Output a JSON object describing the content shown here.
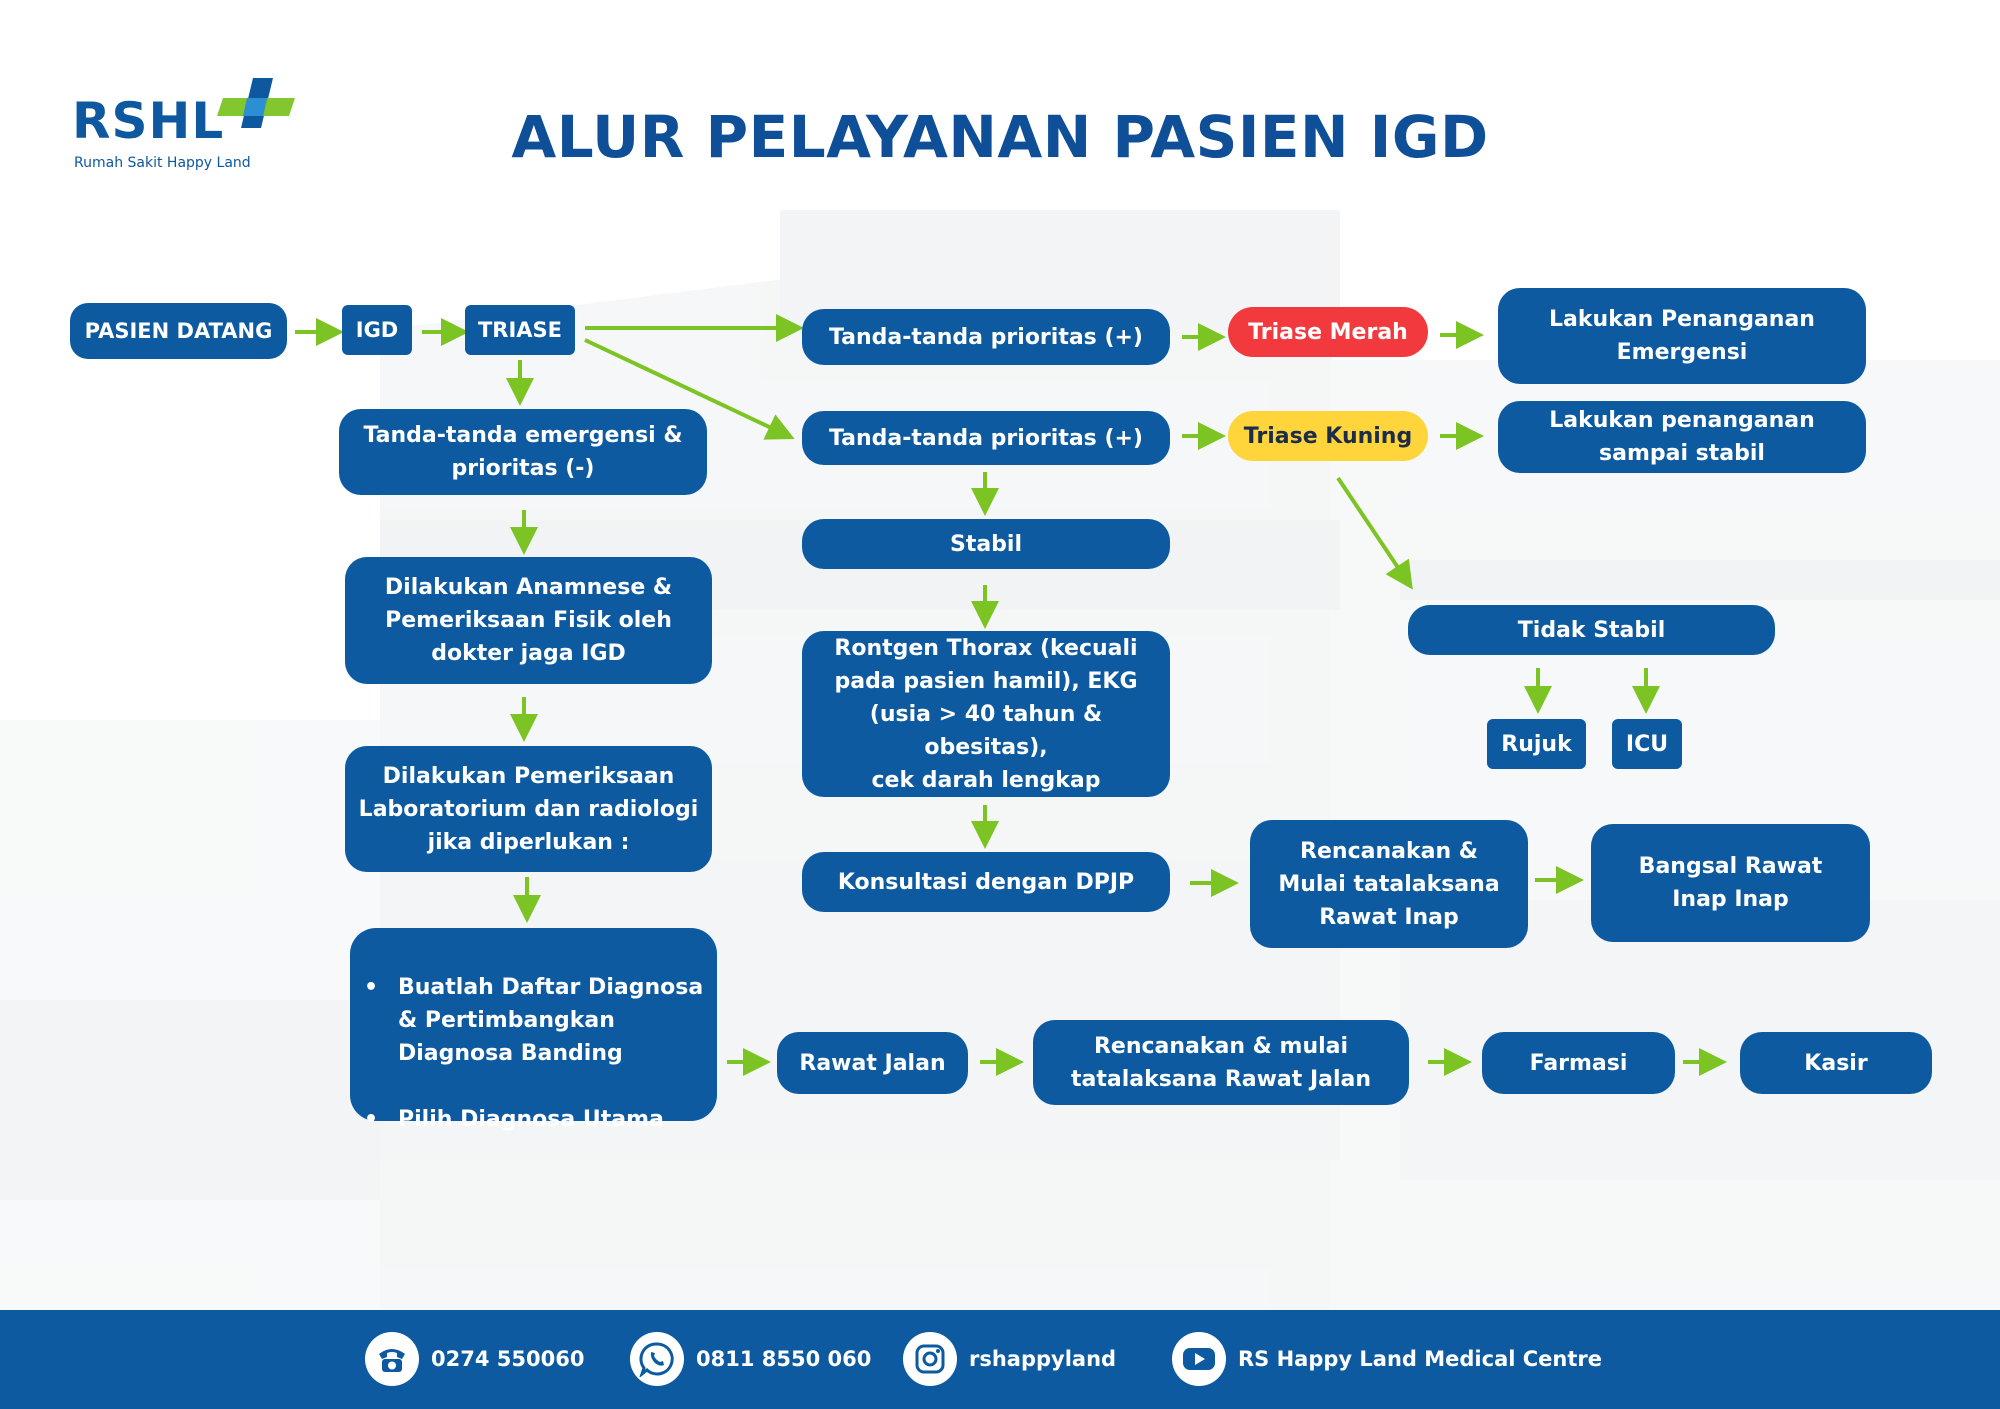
{
  "brand": {
    "logo_text": "RSHL",
    "logo_subtitle": "Rumah Sakit Happy Land"
  },
  "title": "ALUR PELAYANAN PASIEN IGD",
  "nodes": {
    "pasien_datang": "PASIEN DATANG",
    "igd": "IGD",
    "triase": "TRIASE",
    "prioritas_plus_1": "Tanda-tanda prioritas (+)",
    "prioritas_plus_2": "Tanda-tanda prioritas (+)",
    "triase_merah": "Triase Merah",
    "triase_kuning": "Triase Kuning",
    "emergensi": "Lakukan Penanganan\nEmergensi",
    "sampai_stabil": "Lakukan penanganan\nsampai stabil",
    "emergensi_prioritas_min": "Tanda-tanda emergensi &\nprioritas (-)",
    "anamnese": "Dilakukan Anamnese &\nPemeriksaan Fisik oleh\ndokter jaga IGD",
    "laboratorium": "Dilakukan Pemeriksaan\nLaboratorium dan radiologi\njika diperlukan :",
    "diagnosa_list": [
      "Buatlah Daftar Diagnosa & Pertimbangkan Diagnosa Banding",
      "Pilih Diagnosa Utama"
    ],
    "stabil": "Stabil",
    "rontgen": "Rontgen Thorax (kecuali\npada pasien hamil), EKG\n(usia > 40 tahun & obesitas),\ncek darah lengkap",
    "konsultasi": "Konsultasi dengan DPJP",
    "tidak_stabil": "Tidak Stabil",
    "rujuk": "Rujuk",
    "icu": "ICU",
    "rawat_inap_plan": "Rencanakan &\nMulai tatalaksana\nRawat Inap",
    "bangsal": "Bangsal Rawat\nInap Inap",
    "rawat_jalan": "Rawat Jalan",
    "rawat_jalan_plan": "Rencanakan & mulai\ntatalaksana Rawat Jalan",
    "farmasi": "Farmasi",
    "kasir": "Kasir"
  },
  "footer": {
    "phone": "0274 550060",
    "whatsapp": "0811 8550 060",
    "instagram": "rshappyland",
    "youtube": "RS Happy Land Medical Centre"
  },
  "colors": {
    "primary": "#0d5aa1",
    "arrow": "#7cc423",
    "red": "#f23a3e",
    "yellow": "#ffd53b"
  }
}
